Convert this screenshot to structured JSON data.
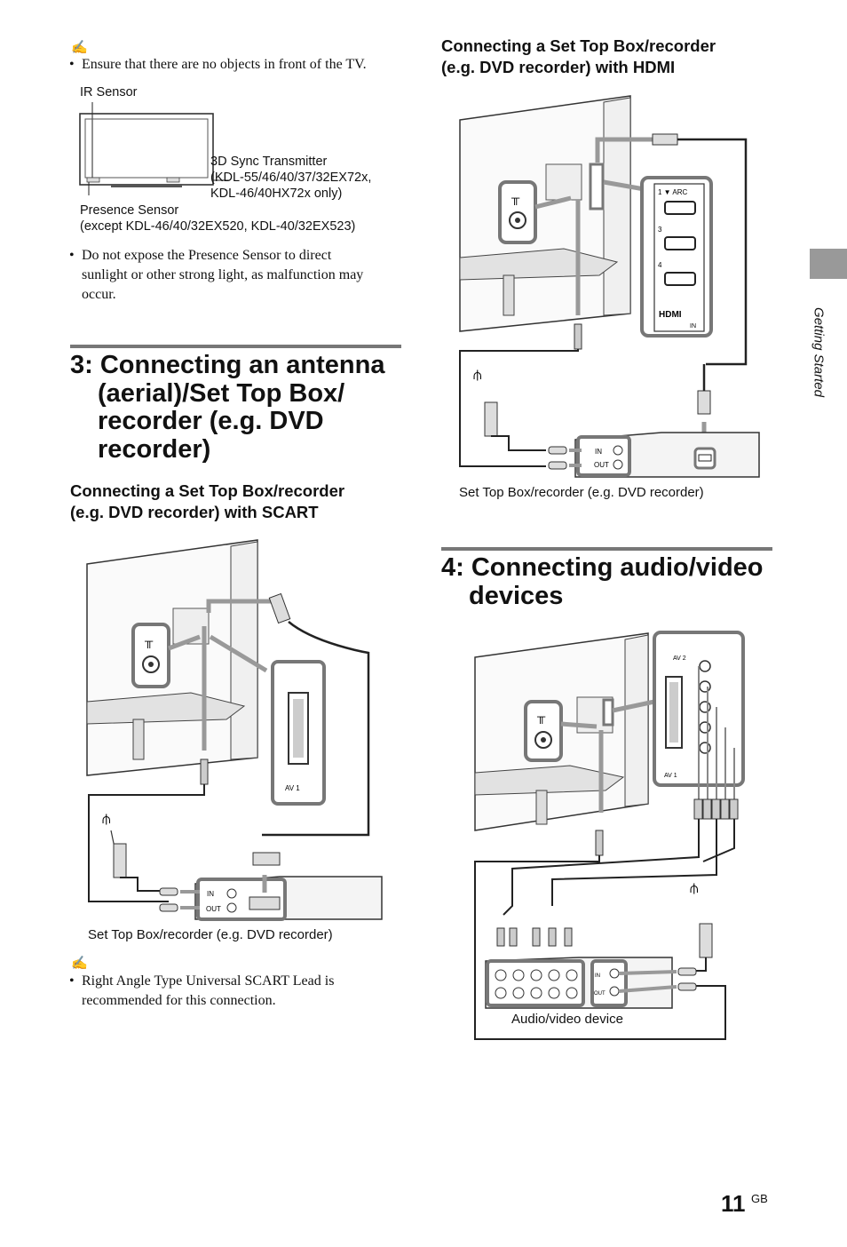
{
  "left_column": {
    "note1_bullet": "Ensure that there are no objects in front of the TV.",
    "tv_labels": {
      "ir_sensor": "IR Sensor",
      "sync_transmitter_1": "3D Sync Transmitter",
      "sync_transmitter_2": "(KDL-55/46/40/37/32EX72x,",
      "sync_transmitter_3": "KDL-46/40HX72x only)",
      "presence_sensor_1": "Presence Sensor",
      "presence_sensor_2": "(except KDL-46/40/32EX520, KDL-40/32EX523)"
    },
    "bullet2": [
      "Do not expose the Presence Sensor to direct",
      "sunlight or other strong light, as malfunction may",
      "occur."
    ],
    "section3_title": [
      "3: Connecting an antenna",
      "(aerial)/Set Top Box/",
      "recorder (e.g. DVD",
      "recorder)"
    ],
    "scart_heading": [
      "Connecting a Set Top Box/recorder",
      "(e.g. DVD recorder) with SCART"
    ],
    "scart_caption": "Set Top Box/recorder (e.g. DVD recorder)",
    "scart_note": [
      "Right Angle Type Universal SCART Lead is",
      "recommended for this connection."
    ]
  },
  "right_column": {
    "hdmi_heading": [
      "Connecting a Set Top Box/recorder",
      "(e.g. DVD recorder) with HDMI"
    ],
    "hdmi_caption": "Set Top Box/recorder (e.g. DVD recorder)",
    "section4_title": [
      "4: Connecting audio/video",
      "devices"
    ],
    "av_caption": "Audio/video device"
  },
  "diagram_labels": {
    "in": "IN",
    "out": "OUT",
    "arc_port": "1  ▼ ARC",
    "port3": "3",
    "port4": "4",
    "hdmi_logo": "HDMI",
    "hdmi_in": "IN",
    "av1": "AV  1",
    "av2": "AV  2"
  },
  "side_tab": {
    "label": "Getting Started"
  },
  "footer": {
    "page_number": "11",
    "page_suffix": "GB"
  },
  "note_icon": "pencil-note-icon"
}
